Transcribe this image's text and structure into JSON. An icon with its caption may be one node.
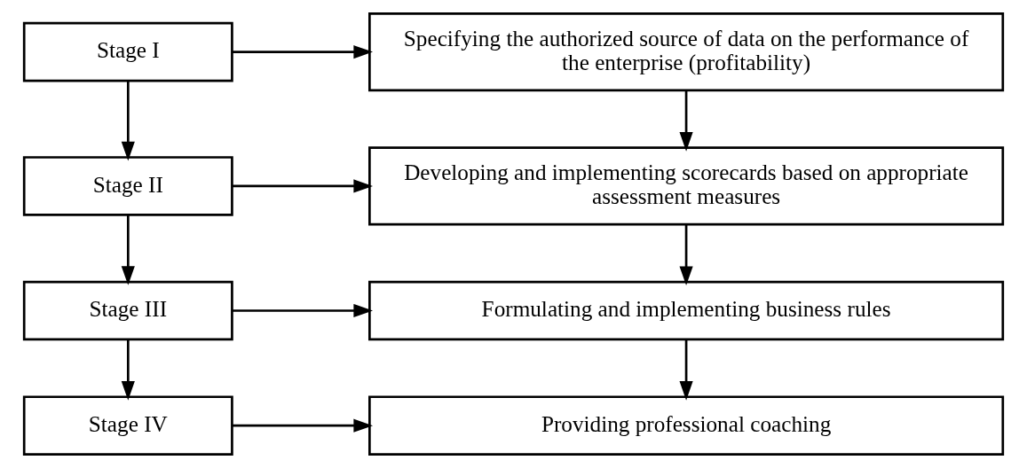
{
  "diagram": {
    "nodes": [
      {
        "text": [
          "Stage I"
        ]
      },
      {
        "text": [
          "Specifying the authorized source of data on the performance of the enterprise (profitability)"
        ]
      },
      {
        "text": [
          "Stage II"
        ]
      },
      {
        "text": [
          "Developing and implementing scorecards based on appropriate assessment measures"
        ]
      },
      {
        "text": [
          "Stage III"
        ]
      },
      {
        "text": [
          "Formulating and implementing business rules"
        ]
      },
      {
        "text": [
          "Stage IV"
        ]
      },
      {
        "text": [
          "Providing professional coaching"
        ]
      }
    ],
    "edges": [
      {
        "from": 0,
        "to": 1,
        "arrow": "to"
      },
      {
        "from": 0,
        "to": 2,
        "arrow": "to"
      },
      {
        "from": 1,
        "to": 3,
        "arrow": "to"
      },
      {
        "from": 2,
        "to": 3,
        "arrow": "to"
      },
      {
        "from": 2,
        "to": 4,
        "arrow": "to"
      },
      {
        "from": 3,
        "to": 5,
        "arrow": "to"
      },
      {
        "from": 4,
        "to": 5,
        "arrow": "to"
      },
      {
        "from": 4,
        "to": 6,
        "arrow": "to"
      },
      {
        "from": 5,
        "to": 7,
        "arrow": "to"
      },
      {
        "from": 6,
        "to": 7,
        "arrow": "to"
      }
    ]
  }
}
